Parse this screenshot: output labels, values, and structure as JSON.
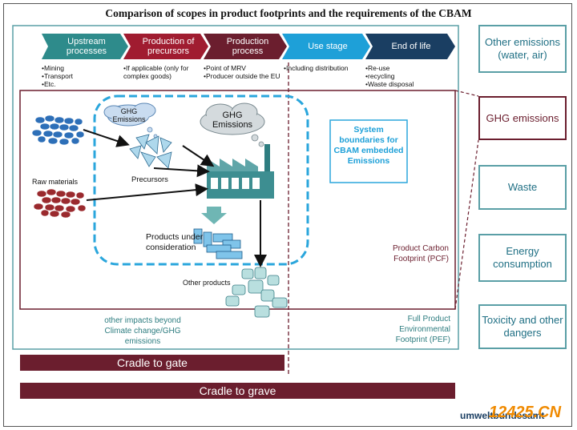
{
  "title": "Comparison of scopes in product footprints and the requirements of the CBAM",
  "stages": [
    {
      "label": "Upstream processes",
      "bullets": [
        "Mining",
        "Transport",
        "Etc."
      ]
    },
    {
      "label": "Production of precursors",
      "bullets": [
        "If applicable (only for complex goods)"
      ]
    },
    {
      "label": "Production process",
      "bullets": [
        "Point of MRV",
        "Producer outside the EU"
      ]
    },
    {
      "label": "Use stage",
      "bullets": [
        "Including distribution"
      ]
    },
    {
      "label": "End of life",
      "bullets": [
        "Re-use",
        "recycling",
        "Waste disposal"
      ]
    }
  ],
  "diagram": {
    "ghg_small": "GHG Emissions",
    "ghg_large": "GHG Emissions",
    "system_boundaries": "System boundaries for CBAM embedded Emissions",
    "precursors": "Precursors",
    "raw_materials": "Raw materials",
    "products": "Products under consideration",
    "other_products": "Other products",
    "pcf": "Product Carbon Footprint (PCF)",
    "other_impacts": "other impacts beyond Climate change/GHG emissions",
    "pef": "Full Product Environmental Footprint (PEF)"
  },
  "side_categories": [
    "Other emissions (water, air)",
    "GHG emissions",
    "Waste",
    "Energy consumption",
    "Toxicity and other dangers"
  ],
  "bars": {
    "gate": "Cradle to gate",
    "grave": "Cradle to grave"
  },
  "footer": {
    "brand": "umweltbundesamt",
    "watermark": "12425.CN"
  },
  "colors": {
    "teal": "#2e8b8b",
    "maroon": "#6b1e2e",
    "crimson": "#a01c30",
    "blue": "#1ea0d8",
    "navy": "#1a3e62",
    "dashed": "#2aa6dc"
  }
}
